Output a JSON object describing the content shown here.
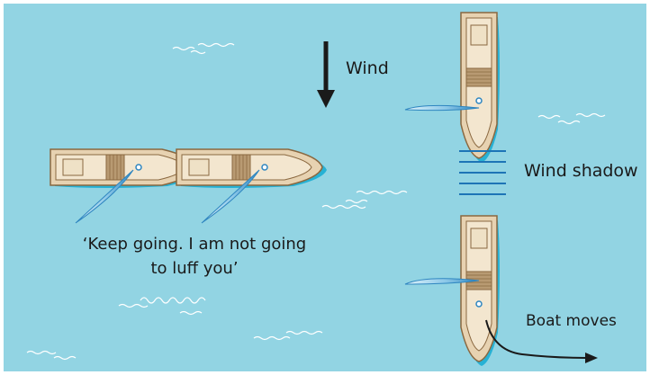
{
  "labels": {
    "wind": "Wind",
    "wind_shadow": "Wind shadow",
    "boat_moves": "Boat moves",
    "speech_line1": "‘Keep going. I am not going",
    "speech_line2": "to luff you’"
  },
  "colors": {
    "water": "#92d4e3",
    "ripple": "#ffffff",
    "hull": "#e7d2b1",
    "hull_outline": "#8a6840",
    "deck": "#f3e6cf",
    "wake": "#27b1d4",
    "sail": "#2f86c0",
    "shadow_lines": "#1d74b6",
    "arrow": "#1a1a1a"
  }
}
